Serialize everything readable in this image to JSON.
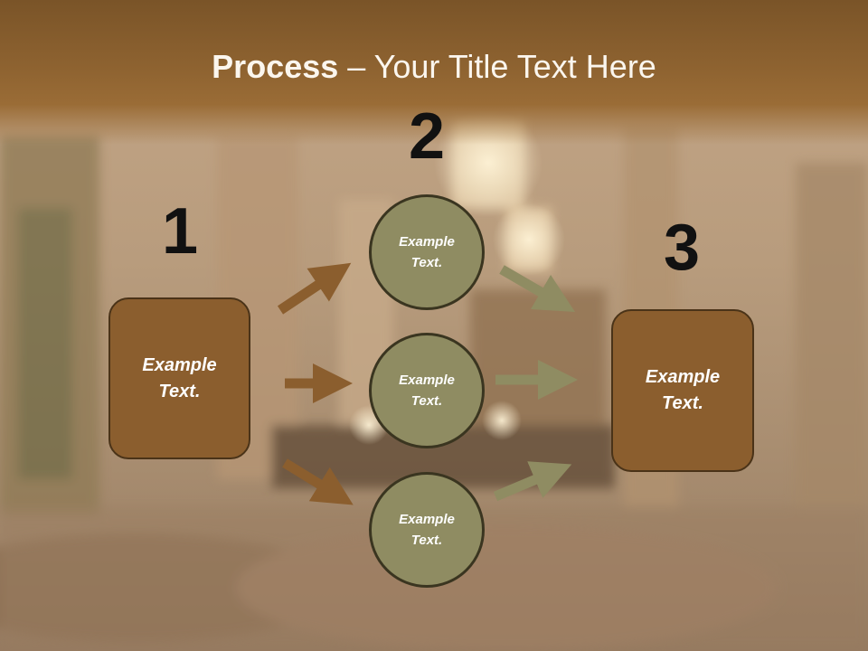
{
  "title": {
    "bold": "Process",
    "rest": " – Your Title Text Here"
  },
  "numbers": [
    "1",
    "2",
    "3"
  ],
  "left_box": {
    "text": "Example\nText."
  },
  "right_box": {
    "text": "Example\nText."
  },
  "circles": [
    {
      "text": "Example\nText."
    },
    {
      "text": "Example\nText."
    },
    {
      "text": "Example\nText."
    }
  ],
  "colors": {
    "header": "#8d6230",
    "box_fill": "#8b5e2e",
    "circle_fill": "#8f8c62",
    "arrow_brown": "#8b5e2e",
    "arrow_olive": "#8f8c62"
  }
}
